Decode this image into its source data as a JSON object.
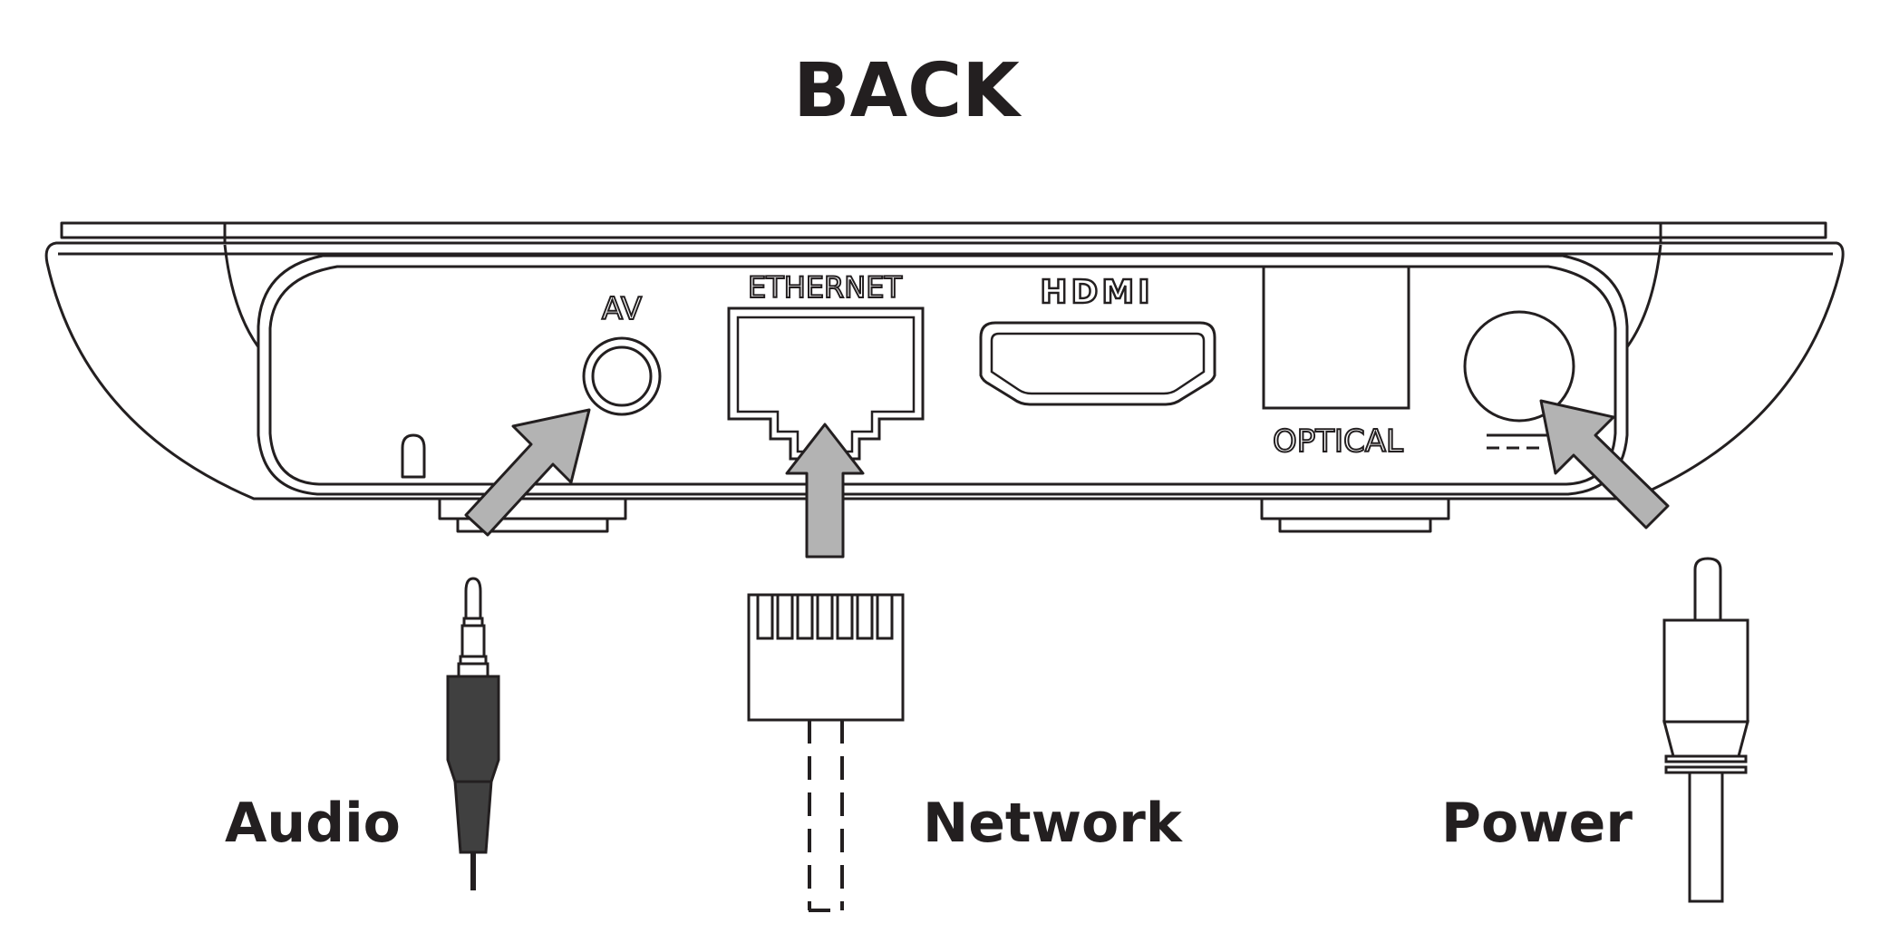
{
  "title": "BACK",
  "ports": {
    "av": "AV",
    "ethernet": "ETHERNET",
    "hdmi": "HDMI",
    "optical": "OPTICAL"
  },
  "cables": {
    "audio": "Audio",
    "network": "Network",
    "power": "Power"
  },
  "colors": {
    "ink": "#231f20",
    "arrow_fill": "#b3b3b3",
    "audio_plug": "#404040"
  }
}
